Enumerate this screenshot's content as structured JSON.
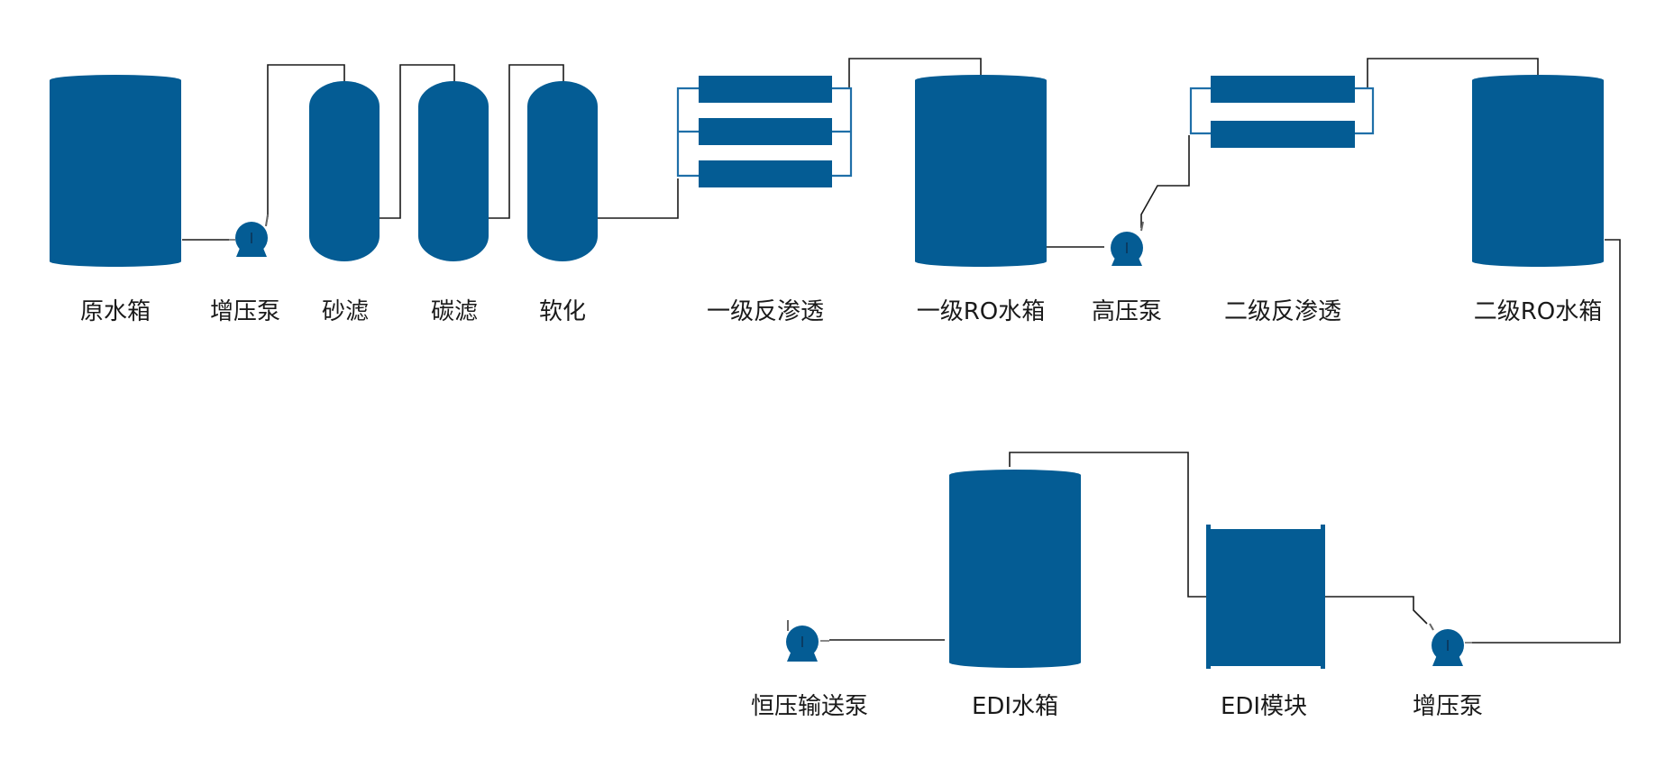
{
  "diagram": {
    "colors": {
      "equipment": "#045c94",
      "membrane_pipe": "#1f6fa8",
      "pipe": "#1a1a1a",
      "background": "#ffffff"
    },
    "labels": {
      "raw_tank": "原水箱",
      "booster_pump_1": "增压泵",
      "sand_filter": "砂滤",
      "carbon_filter": "碳滤",
      "softener": "软化",
      "ro1": "一级反渗透",
      "ro1_tank": "一级RO水箱",
      "hp_pump": "高压泵",
      "ro2": "二级反渗透",
      "ro2_tank": "二级RO水箱",
      "const_pump": "恒压输送泵",
      "edi_tank": "EDI水箱",
      "edi_module": "EDI模块",
      "booster_pump_2": "增压泵"
    }
  }
}
